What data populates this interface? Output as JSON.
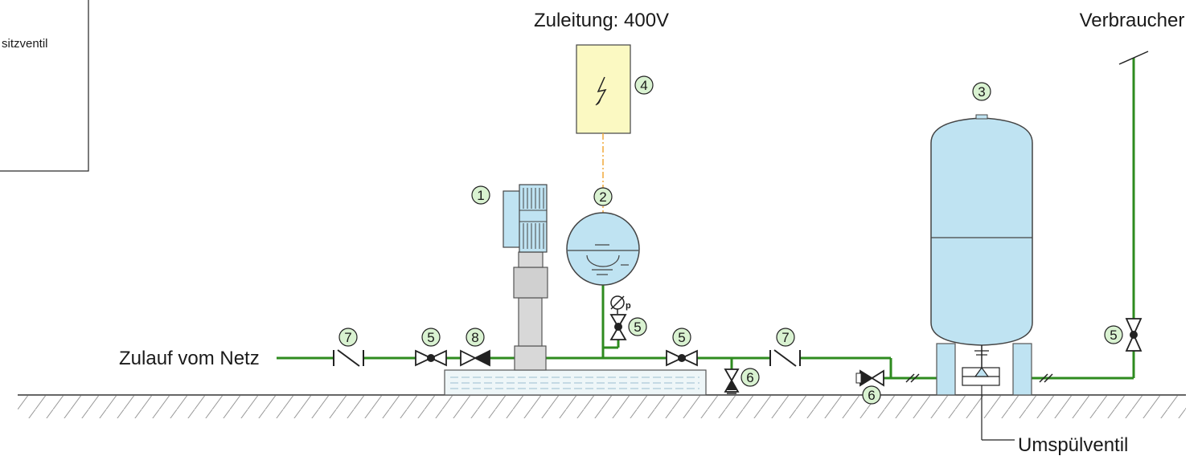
{
  "labels": {
    "supply": "Zuleitung: 400V",
    "consumer": "Verbraucher",
    "inlet": "Zulauf vom Netz",
    "flush_valve": "Umspülventil",
    "legend_fragment": "sitzventil"
  },
  "numbers": {
    "pump": "1",
    "control": "2",
    "tank": "3",
    "cabinet": "4",
    "valve": "5",
    "drain": "6",
    "check": "7",
    "valve8": "8"
  },
  "gauge_label": "p",
  "colors": {
    "pipe": "#2e8b1f",
    "vessel": "#bfe3f2",
    "cabinet": "#fbf9c2",
    "badge": "#d9f2d1",
    "cable": "#f0a93a"
  }
}
